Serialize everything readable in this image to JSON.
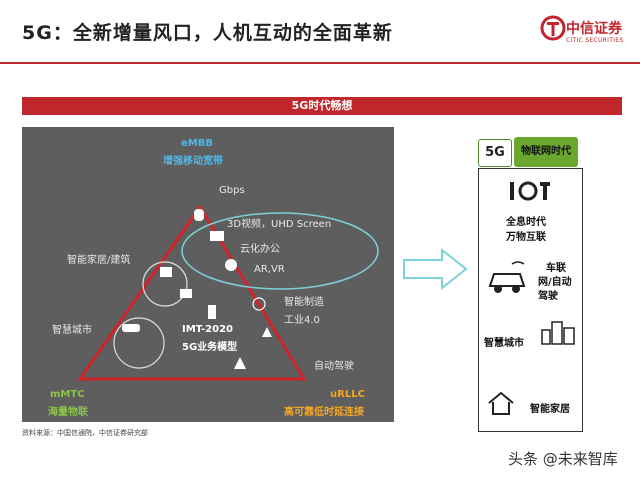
{
  "header": {
    "title": "5G：全新增量风口，人机互动的全面革新",
    "logo_cn": "中信证券",
    "logo_en": "CITIC SECURITIES"
  },
  "banner": "5G时代畅想",
  "triangle": {
    "embb_title": "eMBB",
    "embb_sub": "增强移动宽带",
    "mmtc_title": "mMTC",
    "mmtc_sub": "海量物联",
    "urllc_title": "uRLLC",
    "urllc_sub": "高可靠低时延连接",
    "center_line1": "IMT-2020",
    "center_line2": "5G业务模型"
  },
  "labels": {
    "gbps": "Gbps",
    "video": "3D视频，UHD Screen",
    "cloud_office": "云化办公",
    "arvr": "AR,VR",
    "smart_home_building": "智能家居/建筑",
    "smart_city": "智慧城市",
    "smart_mfg": "智能制造",
    "industry40": "工业4.0",
    "auto_drive": "自动驾驶"
  },
  "source": "资料来源：中国信通院，中信证券研究部",
  "watermark": "头条 @未来智库",
  "right": {
    "tag_5g": "5G",
    "tag_iot": "物联网时代",
    "iot_l1": "全息时代",
    "iot_l2": "万物互联",
    "car_l1": "车联",
    "car_l2": "网/自动",
    "car_l3": "驾驶",
    "smart_city": "智慧城市",
    "smart_home": "智能家居"
  },
  "colors": {
    "brand_red": "#c0272d",
    "embb_blue": "#4db8e8",
    "mmtc_green": "#8bc34a",
    "urllc_orange": "#f5a623",
    "triangle_red": "#d0242a",
    "iot_green": "#6aa72d"
  }
}
